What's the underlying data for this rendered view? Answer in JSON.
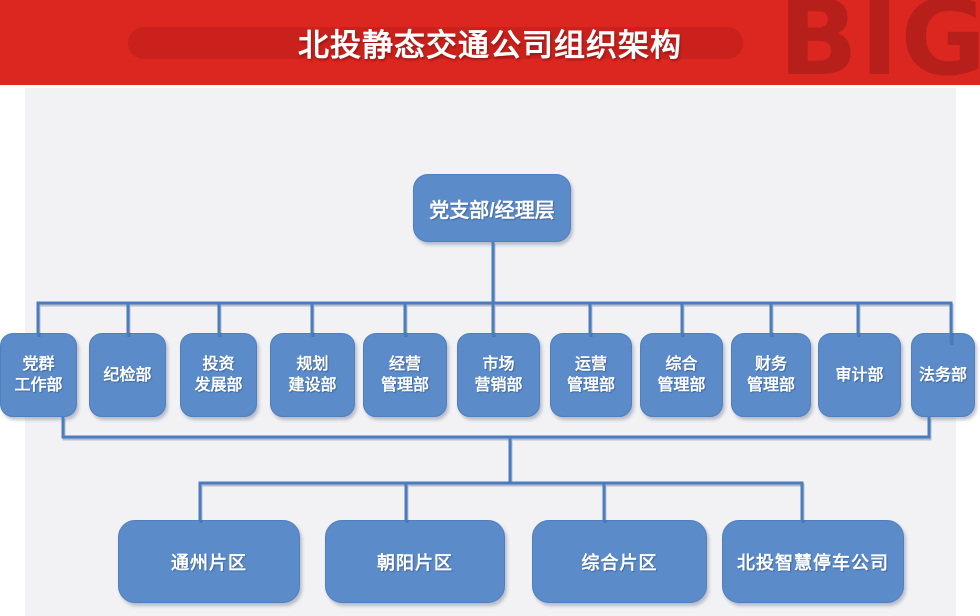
{
  "header": {
    "title": "北投静态交通公司组织架构",
    "watermark": "BIG",
    "bg_color": "#DC2620",
    "watermark_color": "#B01E1B"
  },
  "org_chart": {
    "box_color": "#5B8BC9",
    "line_color": "#4A7CC0",
    "panel_color": "#F2F2F4",
    "root": {
      "label": "党支部/经理层"
    },
    "departments": [
      {
        "lines": [
          "党群",
          "工作部"
        ]
      },
      {
        "lines": [
          "纪检部"
        ]
      },
      {
        "lines": [
          "投资",
          "发展部"
        ]
      },
      {
        "lines": [
          "规划",
          "建设部"
        ]
      },
      {
        "lines": [
          "经营",
          "管理部"
        ]
      },
      {
        "lines": [
          "市场",
          "营销部"
        ]
      },
      {
        "lines": [
          "运营",
          "管理部"
        ]
      },
      {
        "lines": [
          "综合",
          "管理部"
        ]
      },
      {
        "lines": [
          "财务",
          "管理部"
        ]
      },
      {
        "lines": [
          "审计部"
        ]
      },
      {
        "lines": [
          "法务部"
        ]
      }
    ],
    "branches": [
      {
        "label": "通州片区"
      },
      {
        "label": "朝阳片区"
      },
      {
        "label": "综合片区"
      },
      {
        "label": "北投智慧停车公司"
      }
    ]
  }
}
